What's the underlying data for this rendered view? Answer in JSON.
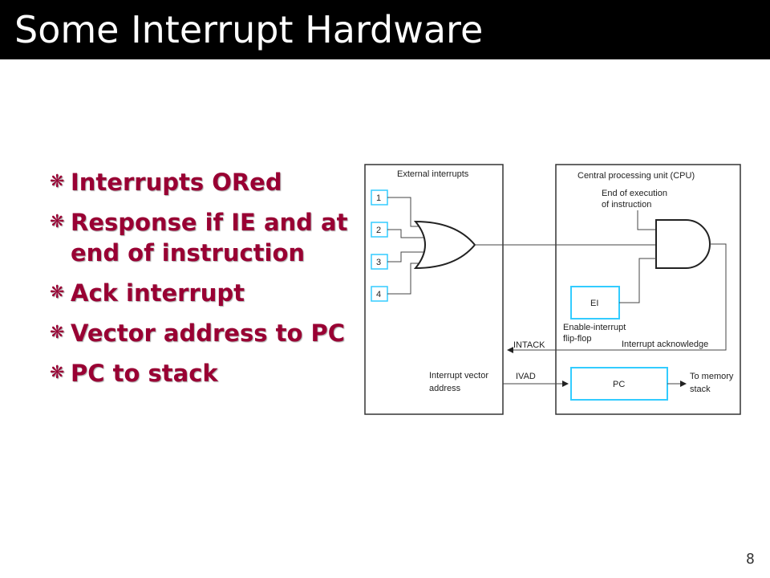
{
  "slide": {
    "title": "Some Interrupt Hardware",
    "page_number": "8",
    "bullet_marker": "❋",
    "bullets": [
      "Interrupts ORed",
      "Response if IE and at end of instruction",
      "Ack interrupt",
      "Vector address to PC",
      "PC to stack"
    ]
  },
  "diagram": {
    "external_interrupts_label": "External interrupts",
    "cpu_label": "Central processing unit (CPU)",
    "end_of_execution_line1": "End of execution",
    "end_of_execution_line2": "of instruction",
    "interrupt_sources": [
      "1",
      "2",
      "3",
      "4"
    ],
    "ei_label": "EI",
    "enable_interrupt_line1": "Enable-interrupt",
    "enable_interrupt_line2": "flip-flop",
    "intack_label": "INTACK",
    "interrupt_ack_label": "Interrupt acknowledge",
    "interrupt_vector_line1": "Interrupt vector",
    "interrupt_vector_line2": "address",
    "ivad_label": "IVAD",
    "pc_label": "PC",
    "to_memory_line1": "To memory",
    "to_memory_line2": "stack"
  },
  "colors": {
    "bullet_text": "#990033",
    "register_border": "#33ccff",
    "title_bar": "#000000"
  }
}
